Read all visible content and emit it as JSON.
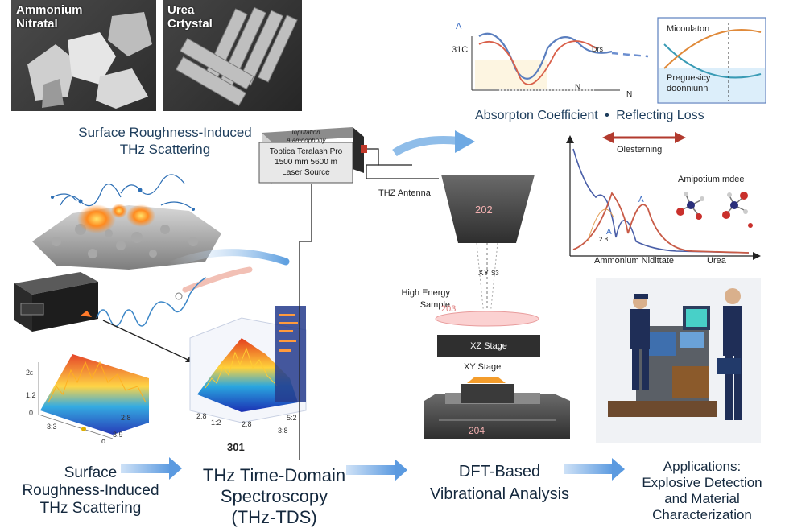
{
  "photos": {
    "ammonium": {
      "label_line1": "Ammonium",
      "label_line2": "Nitratal"
    },
    "urea": {
      "label_line1": "Urea",
      "label_line2": "Crtystal"
    }
  },
  "scattering": {
    "title_line1": "Surface Roughness-Induced",
    "title_line2": "THz Scattering"
  },
  "laser": {
    "line1": "Inputation",
    "line2": "A amnophony",
    "line3": "Toptica Teralash Pro",
    "line4": "1500 mm 5600 m",
    "line5": "Laser Source"
  },
  "antenna": {
    "label": "THZ Antenna",
    "number": "202"
  },
  "sample": {
    "label_line1": "High Energy",
    "label_line2": "Sample",
    "number": "203",
    "xy_label": "XY",
    "xy_num": "S3"
  },
  "stage": {
    "xz": "XZ Stage",
    "xy": "XY Stage",
    "number": "204"
  },
  "spectra": {
    "top_ylabel": "A",
    "top_tick": "31C",
    "top_series": "Drs",
    "axis_n1": "N",
    "axis_n2": "N"
  },
  "legend_box": {
    "top": "Micoulaton",
    "bottom_line1": "Preguesicy",
    "bottom_line2": "doonniunn"
  },
  "absorption": {
    "title": "Absorpton Coefficient",
    "dot": "•",
    "title2": "Reflecting Loss",
    "arrow_label": "Olesterning"
  },
  "lower_plot": {
    "mol_label": "Amipotium mdee",
    "peak_a1": "A",
    "peak_a2": "A",
    "x_left": "Ammonium Nidittate",
    "x_right": "Urea",
    "marks": "2 8"
  },
  "thz_plot": {
    "ticks_left": [
      "2ε",
      "1.2",
      "0"
    ],
    "ticks_x": [
      "3:3",
      "3:9",
      "2:8"
    ],
    "tick_z": "o"
  },
  "tds_plot": {
    "number": "301",
    "ticks": [
      "2:8",
      "1:2",
      "2:8",
      "3:8",
      "5:2"
    ]
  },
  "bottom_flow": [
    {
      "line1": "Surface",
      "line2": "Roughness-Induced",
      "line3": "THz Scattering"
    },
    {
      "line1": "THz Time-Domain",
      "line2": "Spectroscopy",
      "line3": "(THz-TDS)"
    },
    {
      "line1": "DFT-Based",
      "line2": "Vibrational Analysis",
      "line3": ""
    },
    {
      "line1": "Applications:",
      "line2": "Explosive Detection",
      "line3": "and Material",
      "line4": "Characterization"
    }
  ],
  "colors": {
    "accent_blue": "#4a90d9",
    "title_navy": "#1d3d5c",
    "red_arrow": "#c0392b"
  }
}
